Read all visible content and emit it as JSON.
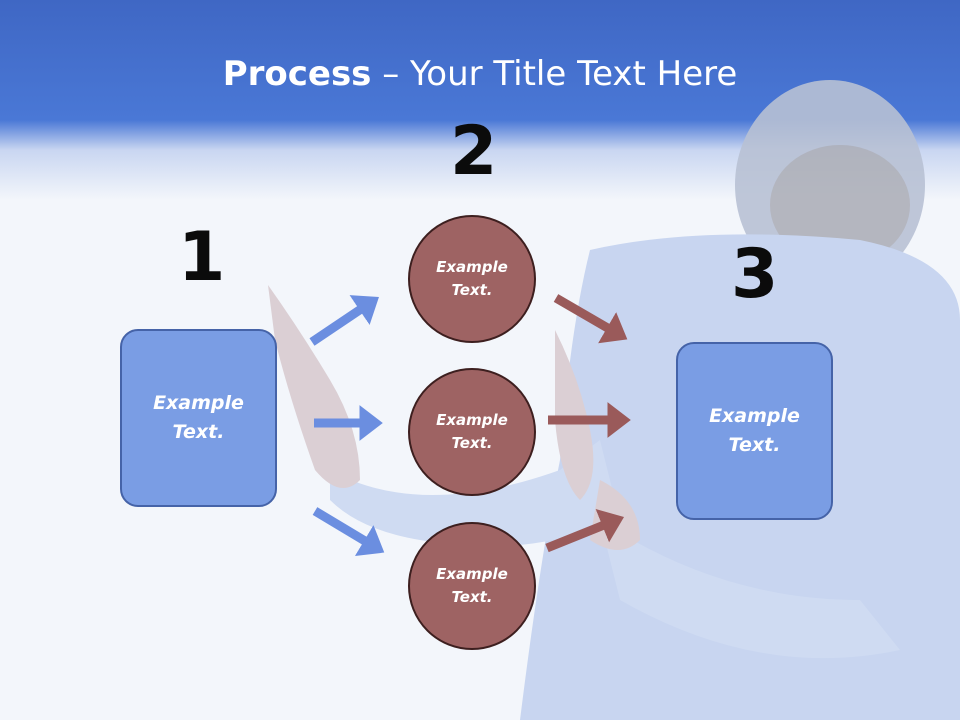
{
  "title": {
    "bold": "Process",
    "rest": " – Your Title Text Here"
  },
  "steps": [
    {
      "number": "1",
      "text": "Example Text."
    },
    {
      "number": "2",
      "items": [
        "Example Text.",
        "Example Text.",
        "Example Text."
      ]
    },
    {
      "number": "3",
      "text": "Example Text."
    }
  ],
  "colors": {
    "header": "#4a78d6",
    "box_fill": "#7a9de4",
    "circle_fill": "#9e6363",
    "arrow_blue": "#6b8ee0",
    "arrow_red": "#9a5a5a"
  }
}
